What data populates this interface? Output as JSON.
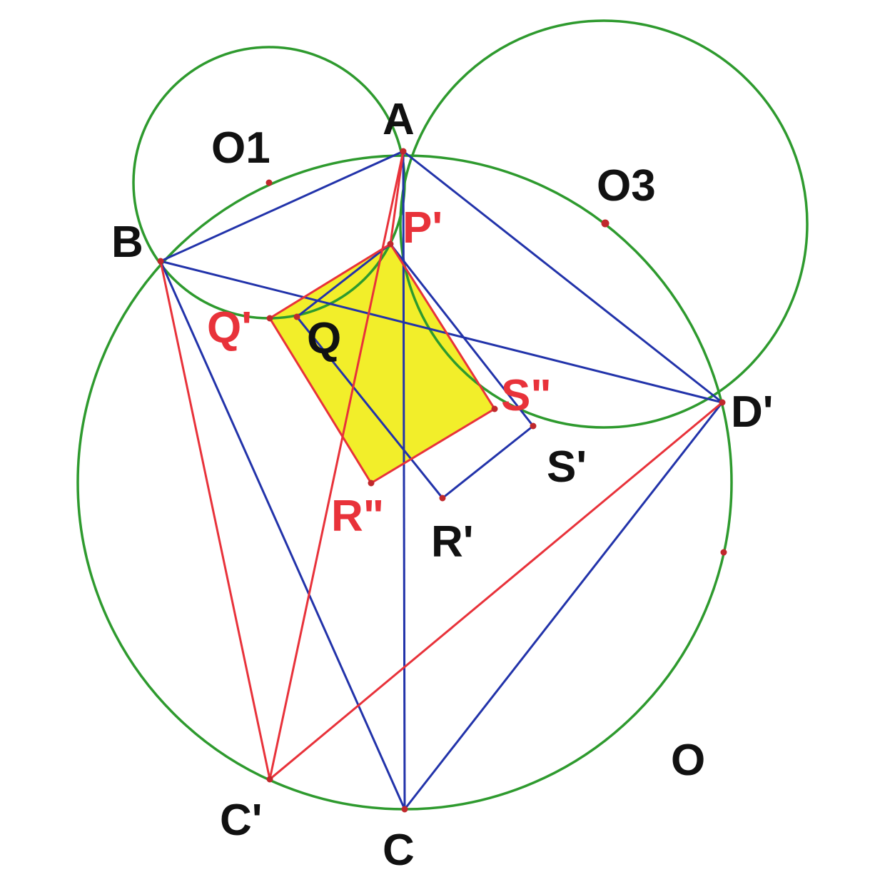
{
  "colors": {
    "circle": "#2e9a2e",
    "blue": "#2233aa",
    "red": "#e8323a",
    "fill": "#f2ee2a",
    "point": "#c0282c",
    "label_black": "#111111",
    "label_red": "#e8323a"
  },
  "labels": {
    "A": "A",
    "O1": "O1",
    "O3": "O3",
    "B": "B",
    "P_prime": "P'",
    "Q_prime": "Q'",
    "Q": "Q",
    "S_dprime": "S\"",
    "D_prime": "D'",
    "S_prime": "S'",
    "R_dprime": "R\"",
    "R_prime": "R'",
    "O": "O",
    "C_prime": "C'",
    "C": "C"
  }
}
